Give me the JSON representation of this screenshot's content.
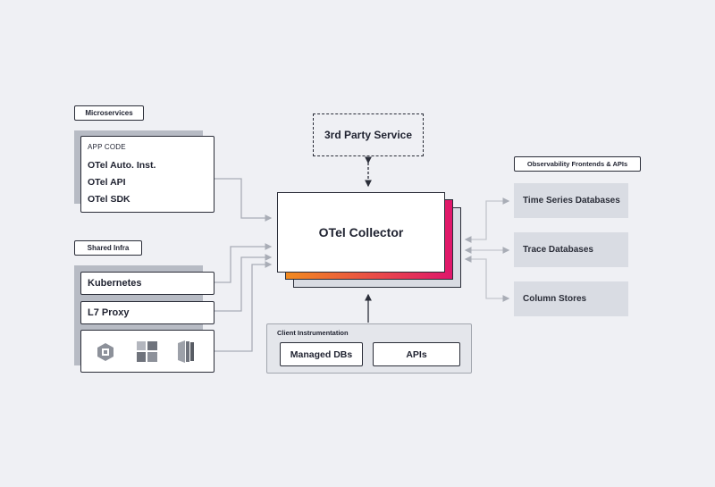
{
  "microservices": {
    "tag": "Microservices",
    "app_code": "APP CODE",
    "items": [
      "OTel Auto. Inst.",
      "OTel API",
      "OTel SDK"
    ]
  },
  "shared_infra": {
    "tag": "Shared Infra",
    "kubernetes": "Kubernetes",
    "l7_proxy": "L7 Proxy"
  },
  "third_party": {
    "label": "3rd Party Service"
  },
  "collector": {
    "label": "OTel Collector"
  },
  "client_instrumentation": {
    "title": "Client Instrumentation",
    "managed_dbs": "Managed DBs",
    "apis": "APIs"
  },
  "observability": {
    "tag": "Observability Frontends & APIs",
    "destinations": [
      "Time Series Databases",
      "Trace Databases",
      "Column Stores"
    ]
  },
  "colors": {
    "background": "#eff0f4",
    "border": "#2a2d38",
    "connector": "#a9adb6",
    "gradient_start": "#f28a1f",
    "gradient_end": "#e0166b",
    "destination_fill": "#d9dce3"
  },
  "icons": [
    "chip-icon",
    "grid-icon",
    "server-icon"
  ]
}
